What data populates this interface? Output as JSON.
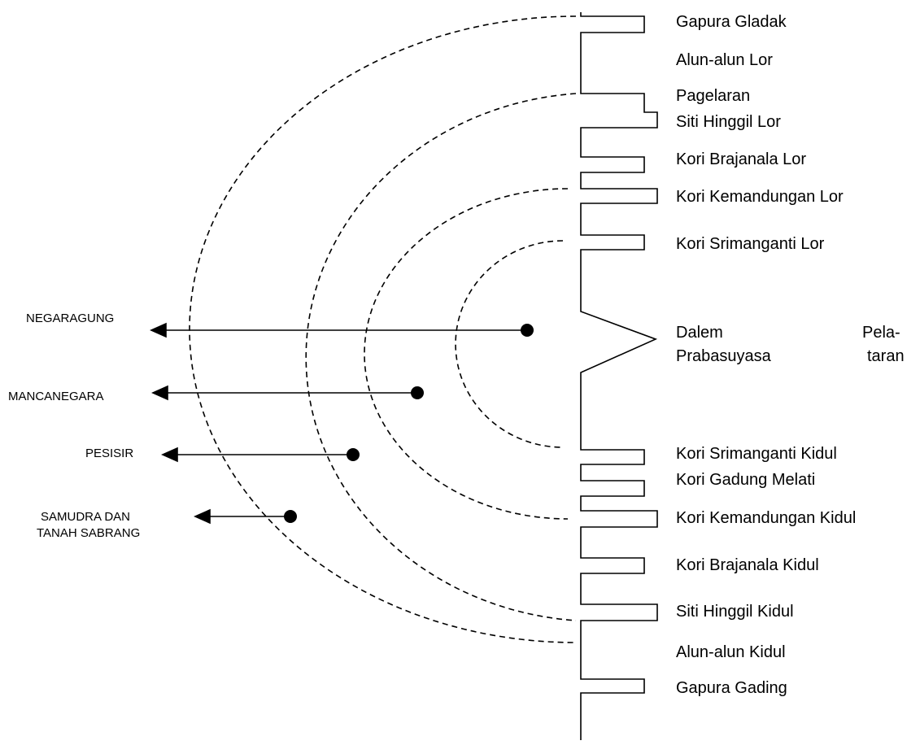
{
  "colors": {
    "ink": "#000000",
    "background": "#ffffff"
  },
  "zones": [
    {
      "name": "NEGARAGUNG"
    },
    {
      "name": "MANCANEGARA"
    },
    {
      "name": "PESISIR"
    },
    {
      "name": "SAMUDRA DAN",
      "name_line2": "TANAH SABRANG"
    }
  ],
  "structures": [
    {
      "label": "Gapura Gladak"
    },
    {
      "label": "Alun-alun Lor"
    },
    {
      "label": "Pagelaran"
    },
    {
      "label": "Siti Hinggil Lor"
    },
    {
      "label": "Kori Brajanala Lor"
    },
    {
      "label": "Kori Kemandungan Lor"
    },
    {
      "label": "Kori Srimanganti Lor"
    },
    {
      "label": "Dalem"
    },
    {
      "label": "Pela-"
    },
    {
      "label": "Prabasuyasa"
    },
    {
      "label": "taran"
    },
    {
      "label": "Kori Srimanganti Kidul"
    },
    {
      "label": "Kori Gadung Melati"
    },
    {
      "label": "Kori Kemandungan Kidul"
    },
    {
      "label": "Kori Brajanala Kidul"
    },
    {
      "label": "Siti Hinggil Kidul"
    },
    {
      "label": "Alun-alun Kidul"
    },
    {
      "label": "Gapura Gading"
    }
  ],
  "icons": {
    "arrow": "arrow-left-icon",
    "origin": "dot-icon"
  }
}
